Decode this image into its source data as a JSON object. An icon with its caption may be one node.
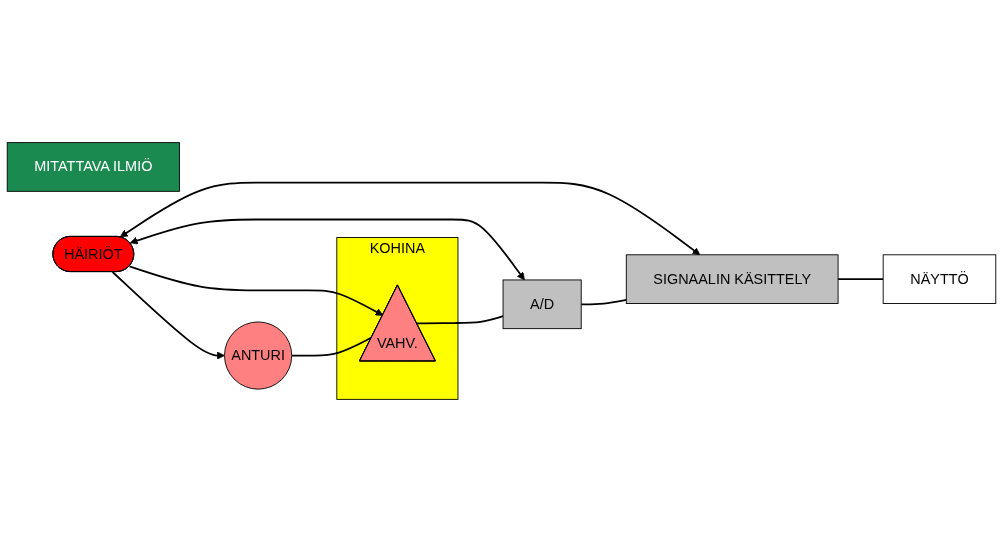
{
  "diagram": {
    "nodes": [
      {
        "text": [
          "MITATTAVA ILMIÖ"
        ]
      },
      {
        "text": [
          "HÄIRIÖT"
        ]
      },
      {
        "text": [
          "KOHINA"
        ]
      },
      {
        "text": [
          "ANTURI"
        ]
      },
      {
        "text": [
          "VAHV."
        ],
        "in": 2
      },
      {
        "text": [
          "A/D"
        ]
      },
      {
        "text": [
          "SIGNAALIN KÄSITTELY"
        ]
      },
      {
        "text": [
          "NÄYTTÖ"
        ]
      }
    ],
    "edges": [
      {
        "from": 1,
        "to": 3,
        "arrow": "to"
      },
      {
        "from": 1,
        "to": 4,
        "arrow": "to"
      },
      {
        "from": 1,
        "to": 5,
        "arrow": "both"
      },
      {
        "from": 1,
        "to": 6,
        "arrow": "both"
      },
      {
        "from": 3,
        "to": 4,
        "arrow": "none"
      },
      {
        "from": 4,
        "to": 5,
        "arrow": "none"
      },
      {
        "from": 5,
        "to": 6,
        "arrow": "none"
      },
      {
        "from": 6,
        "to": 7,
        "arrow": "none"
      }
    ]
  }
}
